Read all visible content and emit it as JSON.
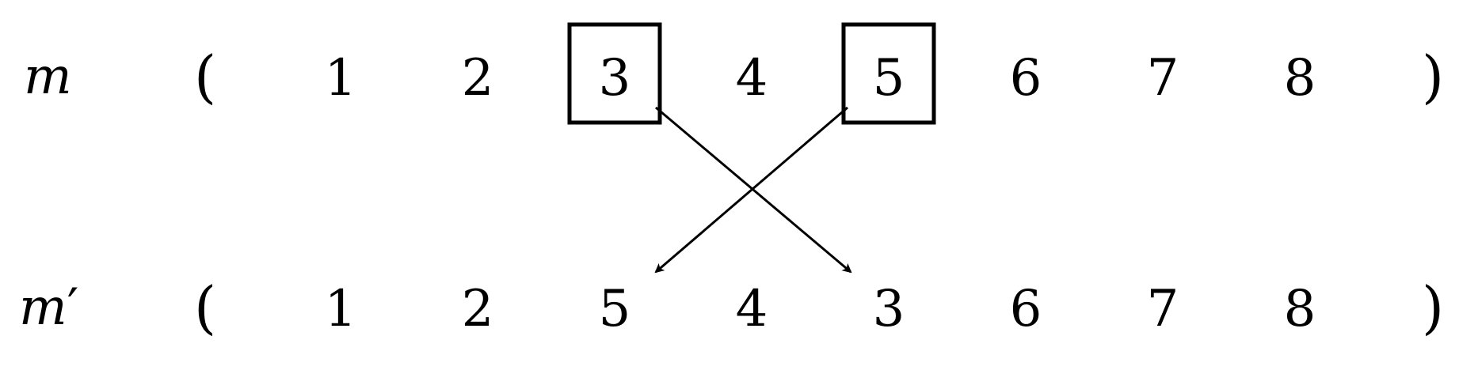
{
  "rows": [
    {
      "label": "m",
      "prime": "",
      "open": "(",
      "close": ")",
      "values": [
        "1",
        "2",
        "3",
        "4",
        "5",
        "6",
        "7",
        "8"
      ],
      "highlighted": [
        2,
        4
      ]
    },
    {
      "label": "m",
      "prime": "′",
      "open": "(",
      "close": ")",
      "values": [
        "1",
        "2",
        "5",
        "4",
        "3",
        "6",
        "7",
        "8"
      ],
      "highlighted": []
    }
  ],
  "arrows": [
    {
      "from_row": 0,
      "from_index": 2,
      "to_row": 1,
      "to_index": 4
    },
    {
      "from_row": 0,
      "from_index": 4,
      "to_row": 1,
      "to_index": 2
    }
  ],
  "colors": {
    "ink": "#000000",
    "background": "#ffffff"
  }
}
